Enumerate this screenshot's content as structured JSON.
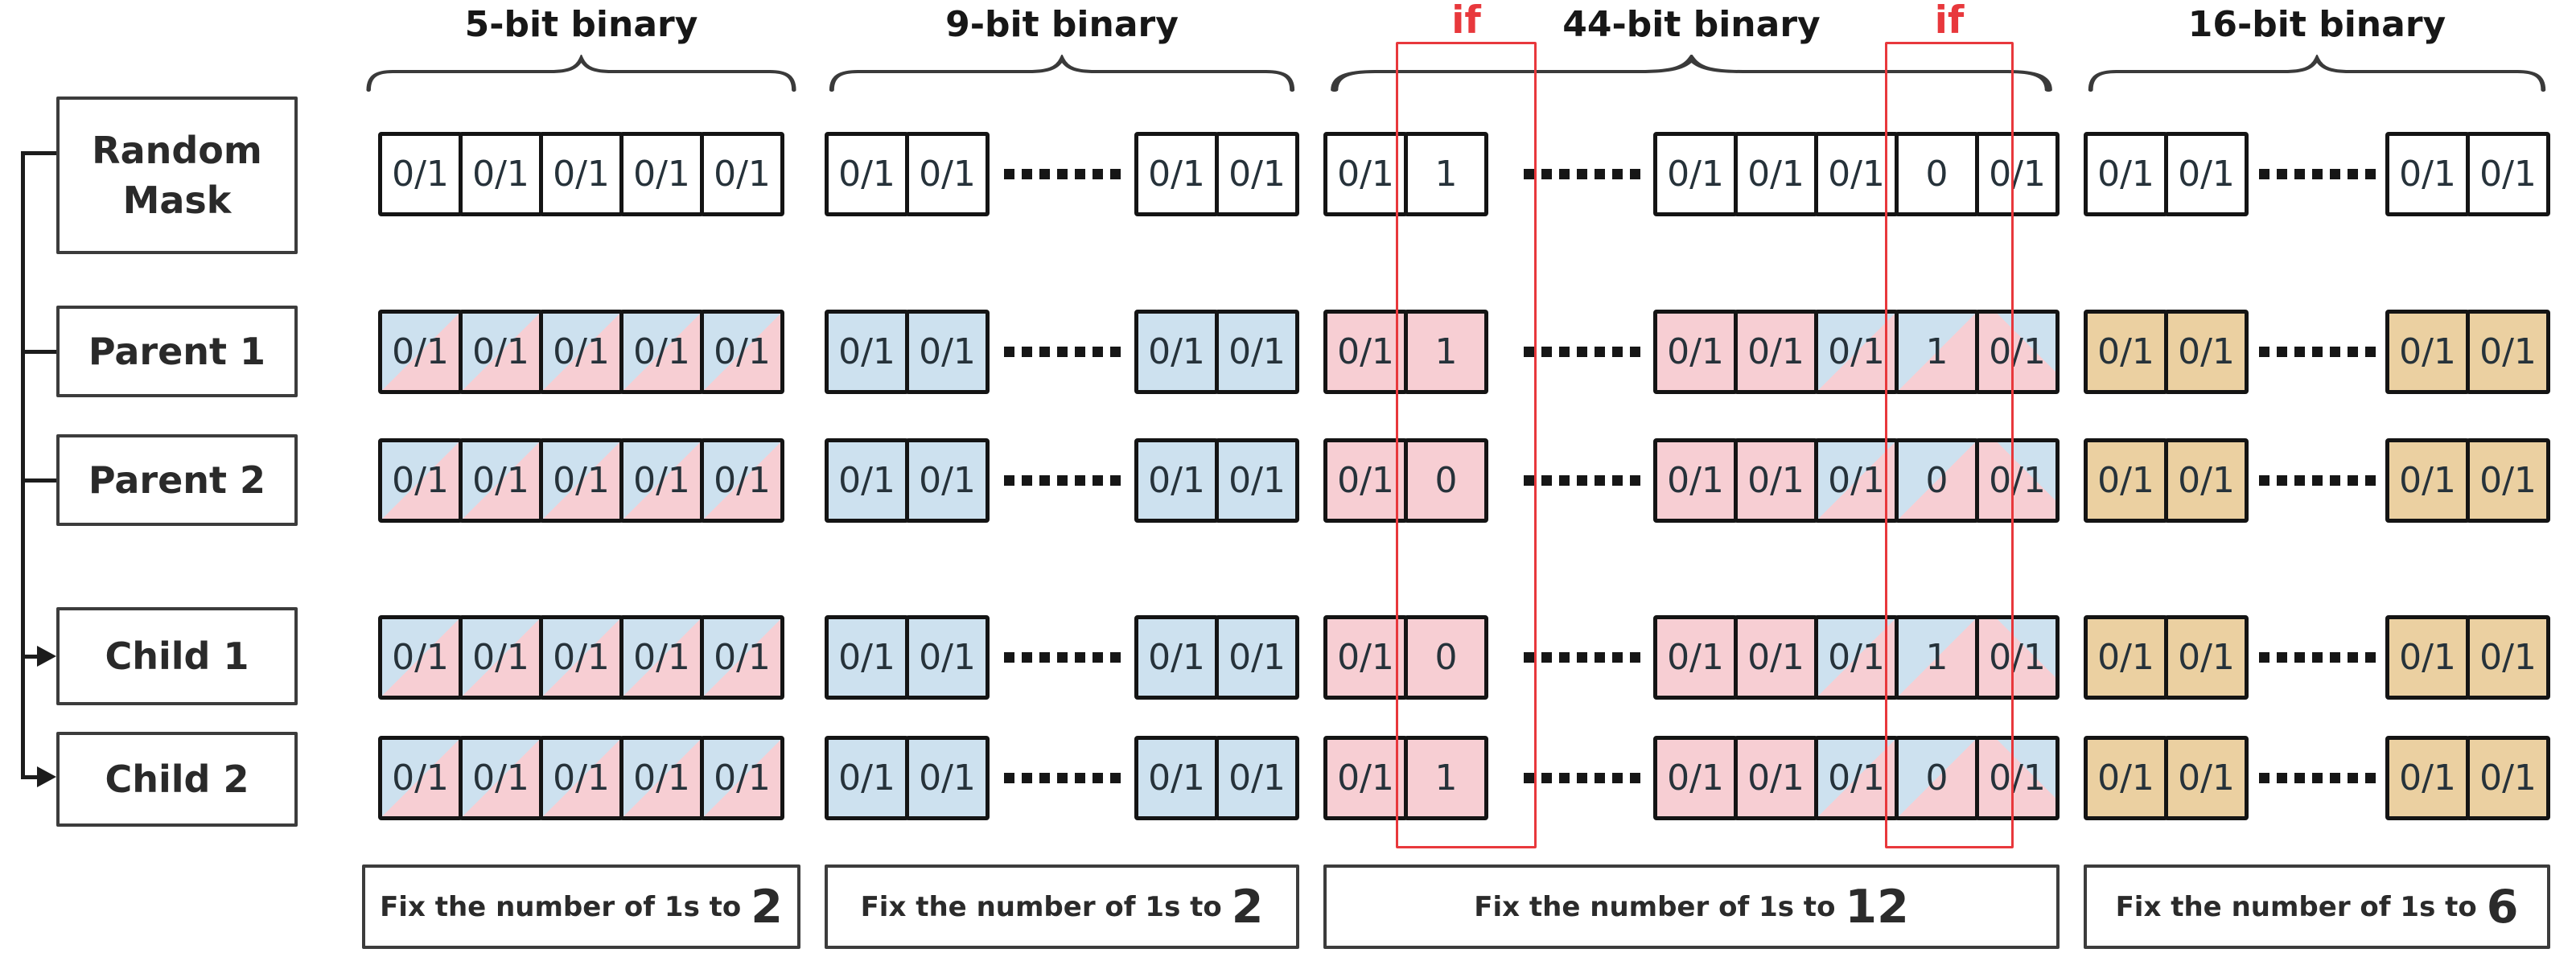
{
  "figure": {
    "background": "#ffffff",
    "colors": {
      "pink": "#f7ced3",
      "blue": "#cde1ef",
      "tan": "#ebd0a1",
      "red": "#e8383c",
      "line": "#1c1c1c",
      "cell_border": "#141414"
    },
    "headers": [
      {
        "label": "5-bit binary"
      },
      {
        "label": "9-bit binary"
      },
      {
        "label": "44-bit binary"
      },
      {
        "label": "16-bit binary"
      }
    ],
    "if_labels": [
      "if",
      "if"
    ],
    "row_labels": [
      "Random Mask",
      "Parent 1",
      "Parent 2",
      "Child 1",
      "Child 2"
    ],
    "rows": [
      {
        "label": "Random Mask",
        "sections": [
          {
            "groups": [
              {
                "cells": [
                  [
                    "0/1",
                    "white"
                  ],
                  [
                    "0/1",
                    "white"
                  ],
                  [
                    "0/1",
                    "white"
                  ],
                  [
                    "0/1",
                    "white"
                  ],
                  [
                    "0/1",
                    "white"
                  ]
                ]
              }
            ]
          },
          {
            "groups": [
              {
                "cells": [
                  [
                    "0/1",
                    "white"
                  ],
                  [
                    "0/1",
                    "white"
                  ]
                ]
              },
              {
                "dots": true
              },
              {
                "cells": [
                  [
                    "0/1",
                    "white"
                  ],
                  [
                    "0/1",
                    "white"
                  ]
                ]
              }
            ]
          },
          {
            "groups": [
              {
                "cells": [
                  [
                    "0/1",
                    "white"
                  ],
                  [
                    "1",
                    "white"
                  ]
                ]
              },
              {
                "dots": true
              },
              {
                "cells": [
                  [
                    "0/1",
                    "white"
                  ],
                  [
                    "0/1",
                    "white"
                  ],
                  [
                    "0/1",
                    "white"
                  ],
                  [
                    "0",
                    "white"
                  ],
                  [
                    "0/1",
                    "white"
                  ]
                ]
              }
            ]
          },
          {
            "groups": [
              {
                "cells": [
                  [
                    "0/1",
                    "white"
                  ],
                  [
                    "0/1",
                    "white"
                  ]
                ]
              },
              {
                "dots": true
              },
              {
                "cells": [
                  [
                    "0/1",
                    "white"
                  ],
                  [
                    "0/1",
                    "white"
                  ]
                ]
              }
            ]
          }
        ]
      },
      {
        "label": "Parent 1",
        "sections": [
          {
            "groups": [
              {
                "cells": [
                  [
                    "0/1",
                    "mixTL"
                  ],
                  [
                    "0/1",
                    "mixTL"
                  ],
                  [
                    "0/1",
                    "mixTL"
                  ],
                  [
                    "0/1",
                    "mixTL"
                  ],
                  [
                    "0/1",
                    "mixTL"
                  ]
                ]
              }
            ]
          },
          {
            "groups": [
              {
                "cells": [
                  [
                    "0/1",
                    "blue"
                  ],
                  [
                    "0/1",
                    "blue"
                  ]
                ]
              },
              {
                "dots": true
              },
              {
                "cells": [
                  [
                    "0/1",
                    "blue"
                  ],
                  [
                    "0/1",
                    "blue"
                  ]
                ]
              }
            ]
          },
          {
            "groups": [
              {
                "cells": [
                  [
                    "0/1",
                    "pink"
                  ],
                  [
                    "1",
                    "pink"
                  ]
                ]
              },
              {
                "dots": true
              },
              {
                "cells": [
                  [
                    "0/1",
                    "pink"
                  ],
                  [
                    "0/1",
                    "pink"
                  ],
                  [
                    "0/1",
                    "mixTL"
                  ],
                  [
                    "1",
                    "mixTL"
                  ],
                  [
                    "0/1",
                    "mixTR"
                  ]
                ]
              }
            ]
          },
          {
            "groups": [
              {
                "cells": [
                  [
                    "0/1",
                    "tan"
                  ],
                  [
                    "0/1",
                    "tan"
                  ]
                ]
              },
              {
                "dots": true
              },
              {
                "cells": [
                  [
                    "0/1",
                    "tan"
                  ],
                  [
                    "0/1",
                    "tan"
                  ]
                ]
              }
            ]
          }
        ]
      },
      {
        "label": "Parent 2",
        "sections": [
          {
            "groups": [
              {
                "cells": [
                  [
                    "0/1",
                    "mixTL"
                  ],
                  [
                    "0/1",
                    "mixTL"
                  ],
                  [
                    "0/1",
                    "mixTL"
                  ],
                  [
                    "0/1",
                    "mixTL"
                  ],
                  [
                    "0/1",
                    "mixTL"
                  ]
                ]
              }
            ]
          },
          {
            "groups": [
              {
                "cells": [
                  [
                    "0/1",
                    "blue"
                  ],
                  [
                    "0/1",
                    "blue"
                  ]
                ]
              },
              {
                "dots": true
              },
              {
                "cells": [
                  [
                    "0/1",
                    "blue"
                  ],
                  [
                    "0/1",
                    "blue"
                  ]
                ]
              }
            ]
          },
          {
            "groups": [
              {
                "cells": [
                  [
                    "0/1",
                    "pink"
                  ],
                  [
                    "0",
                    "pink"
                  ]
                ]
              },
              {
                "dots": true
              },
              {
                "cells": [
                  [
                    "0/1",
                    "pink"
                  ],
                  [
                    "0/1",
                    "pink"
                  ],
                  [
                    "0/1",
                    "mixTL"
                  ],
                  [
                    "0",
                    "mixTL"
                  ],
                  [
                    "0/1",
                    "mixTR"
                  ]
                ]
              }
            ]
          },
          {
            "groups": [
              {
                "cells": [
                  [
                    "0/1",
                    "tan"
                  ],
                  [
                    "0/1",
                    "tan"
                  ]
                ]
              },
              {
                "dots": true
              },
              {
                "cells": [
                  [
                    "0/1",
                    "tan"
                  ],
                  [
                    "0/1",
                    "tan"
                  ]
                ]
              }
            ]
          }
        ]
      },
      {
        "label": "Child 1",
        "sections": [
          {
            "groups": [
              {
                "cells": [
                  [
                    "0/1",
                    "mixTL"
                  ],
                  [
                    "0/1",
                    "mixTL"
                  ],
                  [
                    "0/1",
                    "mixTL"
                  ],
                  [
                    "0/1",
                    "mixTL"
                  ],
                  [
                    "0/1",
                    "mixTL"
                  ]
                ]
              }
            ]
          },
          {
            "groups": [
              {
                "cells": [
                  [
                    "0/1",
                    "blue"
                  ],
                  [
                    "0/1",
                    "blue"
                  ]
                ]
              },
              {
                "dots": true
              },
              {
                "cells": [
                  [
                    "0/1",
                    "blue"
                  ],
                  [
                    "0/1",
                    "blue"
                  ]
                ]
              }
            ]
          },
          {
            "groups": [
              {
                "cells": [
                  [
                    "0/1",
                    "pink"
                  ],
                  [
                    "0",
                    "pink"
                  ]
                ]
              },
              {
                "dots": true
              },
              {
                "cells": [
                  [
                    "0/1",
                    "pink"
                  ],
                  [
                    "0/1",
                    "pink"
                  ],
                  [
                    "0/1",
                    "mixTL"
                  ],
                  [
                    "1",
                    "mixTL"
                  ],
                  [
                    "0/1",
                    "mixTR"
                  ]
                ]
              }
            ]
          },
          {
            "groups": [
              {
                "cells": [
                  [
                    "0/1",
                    "tan"
                  ],
                  [
                    "0/1",
                    "tan"
                  ]
                ]
              },
              {
                "dots": true
              },
              {
                "cells": [
                  [
                    "0/1",
                    "tan"
                  ],
                  [
                    "0/1",
                    "tan"
                  ]
                ]
              }
            ]
          }
        ]
      },
      {
        "label": "Child 2",
        "sections": [
          {
            "groups": [
              {
                "cells": [
                  [
                    "0/1",
                    "mixTL"
                  ],
                  [
                    "0/1",
                    "mixTL"
                  ],
                  [
                    "0/1",
                    "mixTL"
                  ],
                  [
                    "0/1",
                    "mixTL"
                  ],
                  [
                    "0/1",
                    "mixTL"
                  ]
                ]
              }
            ]
          },
          {
            "groups": [
              {
                "cells": [
                  [
                    "0/1",
                    "blue"
                  ],
                  [
                    "0/1",
                    "blue"
                  ]
                ]
              },
              {
                "dots": true
              },
              {
                "cells": [
                  [
                    "0/1",
                    "blue"
                  ],
                  [
                    "0/1",
                    "blue"
                  ]
                ]
              }
            ]
          },
          {
            "groups": [
              {
                "cells": [
                  [
                    "0/1",
                    "pink"
                  ],
                  [
                    "1",
                    "pink"
                  ]
                ]
              },
              {
                "dots": true
              },
              {
                "cells": [
                  [
                    "0/1",
                    "pink"
                  ],
                  [
                    "0/1",
                    "pink"
                  ],
                  [
                    "0/1",
                    "mixTL"
                  ],
                  [
                    "0",
                    "mixTL"
                  ],
                  [
                    "0/1",
                    "mixTR"
                  ]
                ]
              }
            ]
          },
          {
            "groups": [
              {
                "cells": [
                  [
                    "0/1",
                    "tan"
                  ],
                  [
                    "0/1",
                    "tan"
                  ]
                ]
              },
              {
                "dots": true
              },
              {
                "cells": [
                  [
                    "0/1",
                    "tan"
                  ],
                  [
                    "0/1",
                    "tan"
                  ]
                ]
              }
            ]
          }
        ]
      }
    ],
    "captions": [
      {
        "prefix": "Fix the number of 1s to",
        "number": "2"
      },
      {
        "prefix": "Fix the number of 1s to",
        "number": "2"
      },
      {
        "prefix": "Fix the number of 1s to",
        "number": "12"
      },
      {
        "prefix": "Fix the number of 1s to",
        "number": "6"
      }
    ]
  }
}
